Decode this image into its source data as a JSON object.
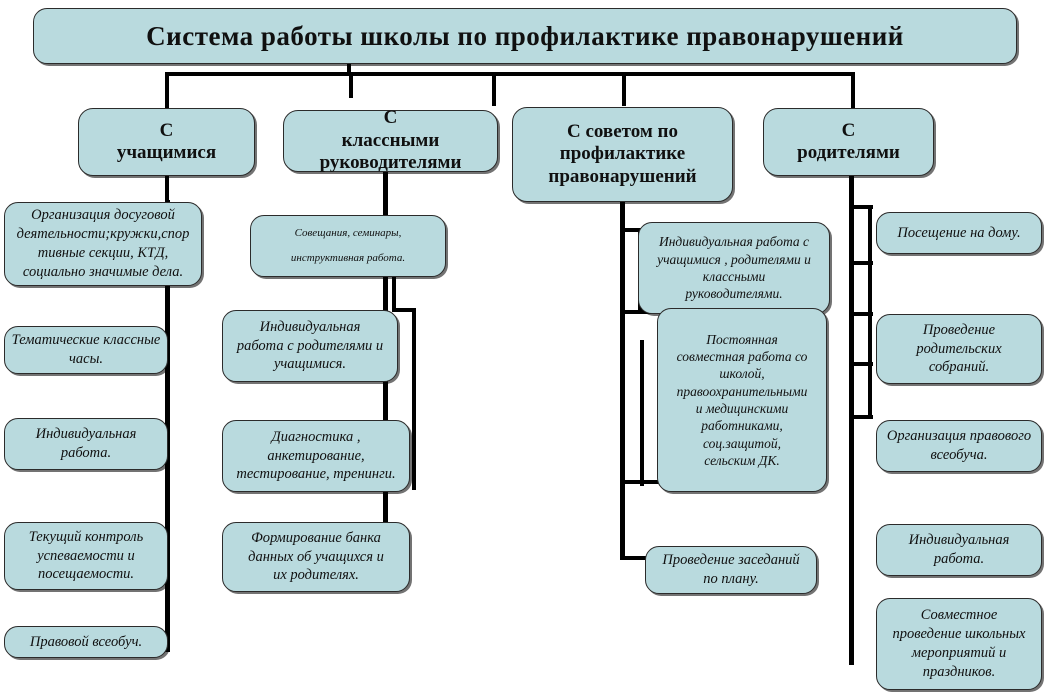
{
  "diagram": {
    "title": "Система работы школы по профилактике правонарушений",
    "colors": {
      "node_fill": "#b9dade",
      "node_border": "#2b2b2b",
      "line": "#000000",
      "text": "#101010",
      "background": "#ffffff"
    },
    "columns": [
      {
        "id": "students",
        "header": "С\nучащимися",
        "items": [
          "Организация досуговой\nдеятельности;кружки,спор\nтивные секции, КТД,\nсоциально значимые дела.",
          "Тематические классные\nчасы.",
          "Индивидуальная\nработа.",
          "Текущий контроль\nуспеваемости и\nпосещаемости.",
          "Правовой всеобуч."
        ]
      },
      {
        "id": "class-teachers",
        "header": "С\nклассными\nруководителями",
        "items": [
          "Совещания, семинары,\nинструктивная работа.",
          "Индивидуальная\nработа с родителями и\nучащимися.",
          "Диагностика ,\nанкетирование,\nтестирование, тренинги.",
          "Формирование банка\nданных об учащихся и\nих родителях."
        ]
      },
      {
        "id": "prevention-council",
        "header": "С советом по\nпрофилактике\nправонарушений",
        "items": [
          "Индивидуальная работа с\nучащимися , родителями и\nклассными\nруководителями.",
          "Постоянная\nсовместная работа со\nшколой,\nправоохранительными\nи  медицинскими\nработниками,\nсоц.защитой,\nсельским ДК.",
          "Проведение заседаний\nпо плану."
        ]
      },
      {
        "id": "parents",
        "header": "С\nродителями",
        "items": [
          "Посещение на дому.",
          "Проведение\nродительских\nсобраний.",
          "Организация правового\nвсеобуча.",
          "Индивидуальная\nработа.",
          "Совместное\nпроведение школьных\nмероприятий и\nпраздников."
        ]
      }
    ]
  }
}
